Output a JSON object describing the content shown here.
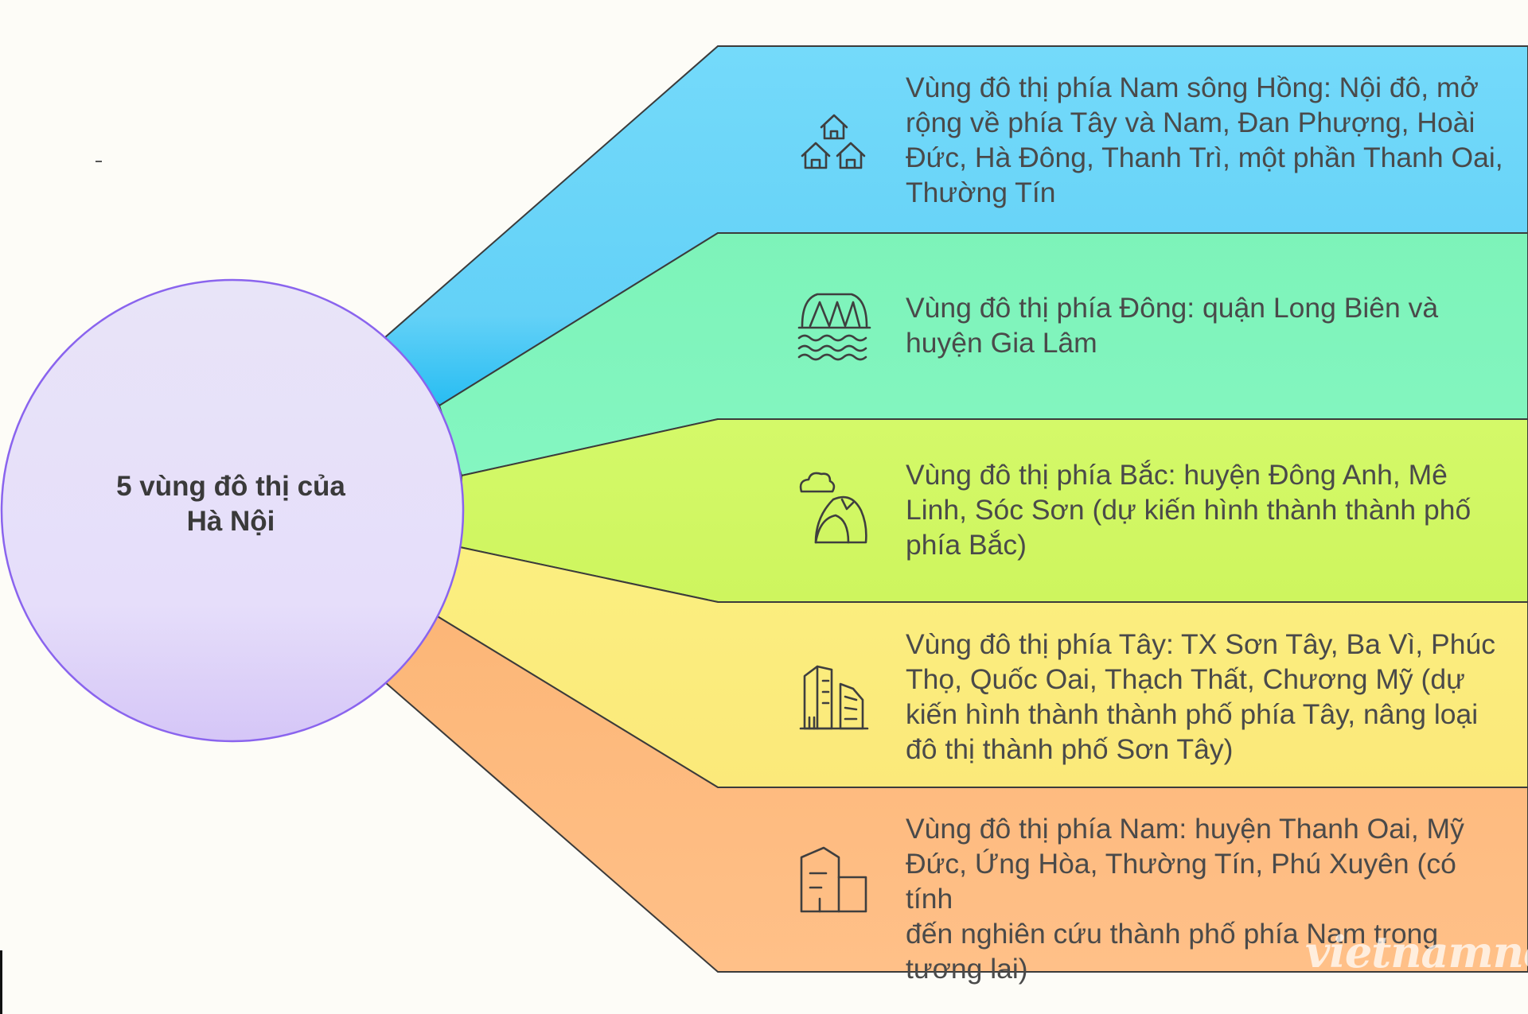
{
  "center": {
    "line1": "5 vùng đô thị của",
    "line2": "Hà Nội"
  },
  "regions": [
    {
      "icon": "houses-icon",
      "color_top": "#6fd6f8",
      "color_bottom": "#88e0fb",
      "lines": [
        "Vùng đô thị phía Nam sông Hồng: Nội đô, mở",
        "rộng về phía Tây và Nam, Đan Phượng, Hoài",
        "Đức, Hà Đông, Thanh Trì, một phần Thanh Oai,",
        "Thường Tín"
      ]
    },
    {
      "icon": "bridge-icon",
      "color_top": "#79f0b5",
      "color_bottom": "#86f7c2",
      "lines": [
        "Vùng đô thị phía Đông: quận Long Biên và",
        "huyện Gia Lâm"
      ]
    },
    {
      "icon": "mountain-icon",
      "color_top": "#d2f865",
      "color_bottom": "#dcfb7a",
      "lines": [
        "Vùng đô thị phía Bắc: huyện Đông Anh, Mê",
        "Linh, Sóc Sơn (dự kiến hình thành thành phố",
        "phía Bắc)"
      ]
    },
    {
      "icon": "skyscraper-icon",
      "color_top": "#fbee7a",
      "color_bottom": "#fcf08c",
      "lines": [
        "Vùng đô thị phía Tây: TX Sơn Tây, Ba Vì, Phúc",
        "Thọ, Quốc Oai, Thạch Thất, Chương Mỹ (dự",
        "kiến hình thành thành phố phía Tây, nâng loại",
        "đô thị thành phố Sơn Tây)"
      ]
    },
    {
      "icon": "building-icon",
      "color_top": "#fdb97b",
      "color_bottom": "#ffc08a",
      "lines": [
        "Vùng đô thị phía Nam: huyện Thanh Oai, Mỹ",
        "Đức, Ứng Hòa, Thường Tín, Phú Xuyên (có tính",
        "đến nghiên cứu thành phố phía Nam trong",
        "tương lai)"
      ]
    }
  ],
  "watermark": "vietnamnet"
}
